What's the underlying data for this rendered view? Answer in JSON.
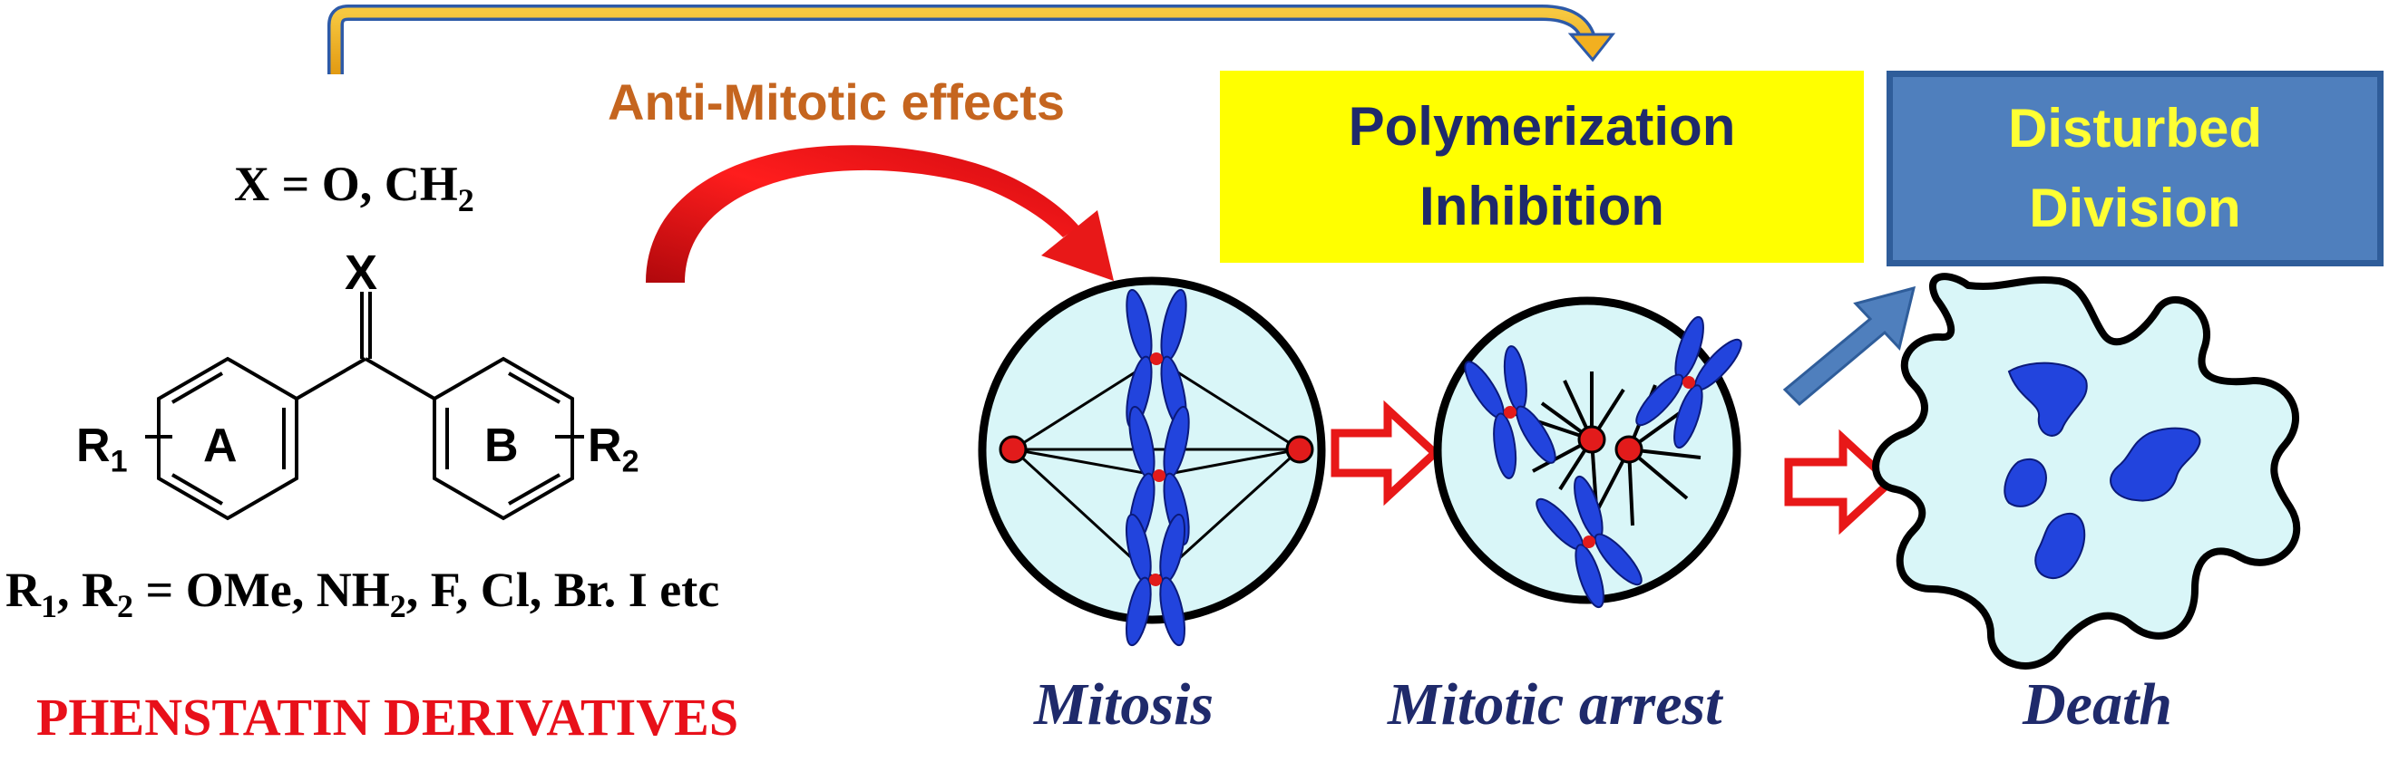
{
  "chemistry": {
    "x_definition_prefix": "X = O, CH",
    "x_definition_sub": "2",
    "carbonyl_atom": "X",
    "ring_a_substituent": "R",
    "ring_a_substituent_sub": "1",
    "ring_a_label": "A",
    "ring_b_label": "B",
    "ring_b_substituent": "R",
    "ring_b_substituent_sub": "2",
    "r_definition": {
      "r1": "R",
      "r1_sub": "1",
      "sep": ", R",
      "r2_sub": "2",
      "mid": " = OMe, NH",
      "nh_sub": "2",
      "tail": ", F, Cl, Br. I etc"
    },
    "compound_class": "PHENSTATIN DERIVATIVES"
  },
  "process": {
    "effect_label": "Anti-Mitotic effects",
    "polymerization_box": [
      "Polymerization",
      "Inhibition"
    ],
    "division_box": [
      "Disturbed",
      "Division"
    ],
    "stages": [
      "Mitosis",
      "Mitotic arrest",
      "Death"
    ]
  },
  "colors": {
    "effect_text": "#c5651f",
    "compound_class_text": "#e8101a",
    "polymerization_box_fill": "#ffff00",
    "division_box_fill": "#4f7fbd",
    "division_box_text": "#ffff33",
    "box_text": "#1f2a6b",
    "cell_fill": "#d9f6f8",
    "chromosome": "#2244dd",
    "centromere": "#e21b1b",
    "top_arrow": "#f5b324"
  }
}
